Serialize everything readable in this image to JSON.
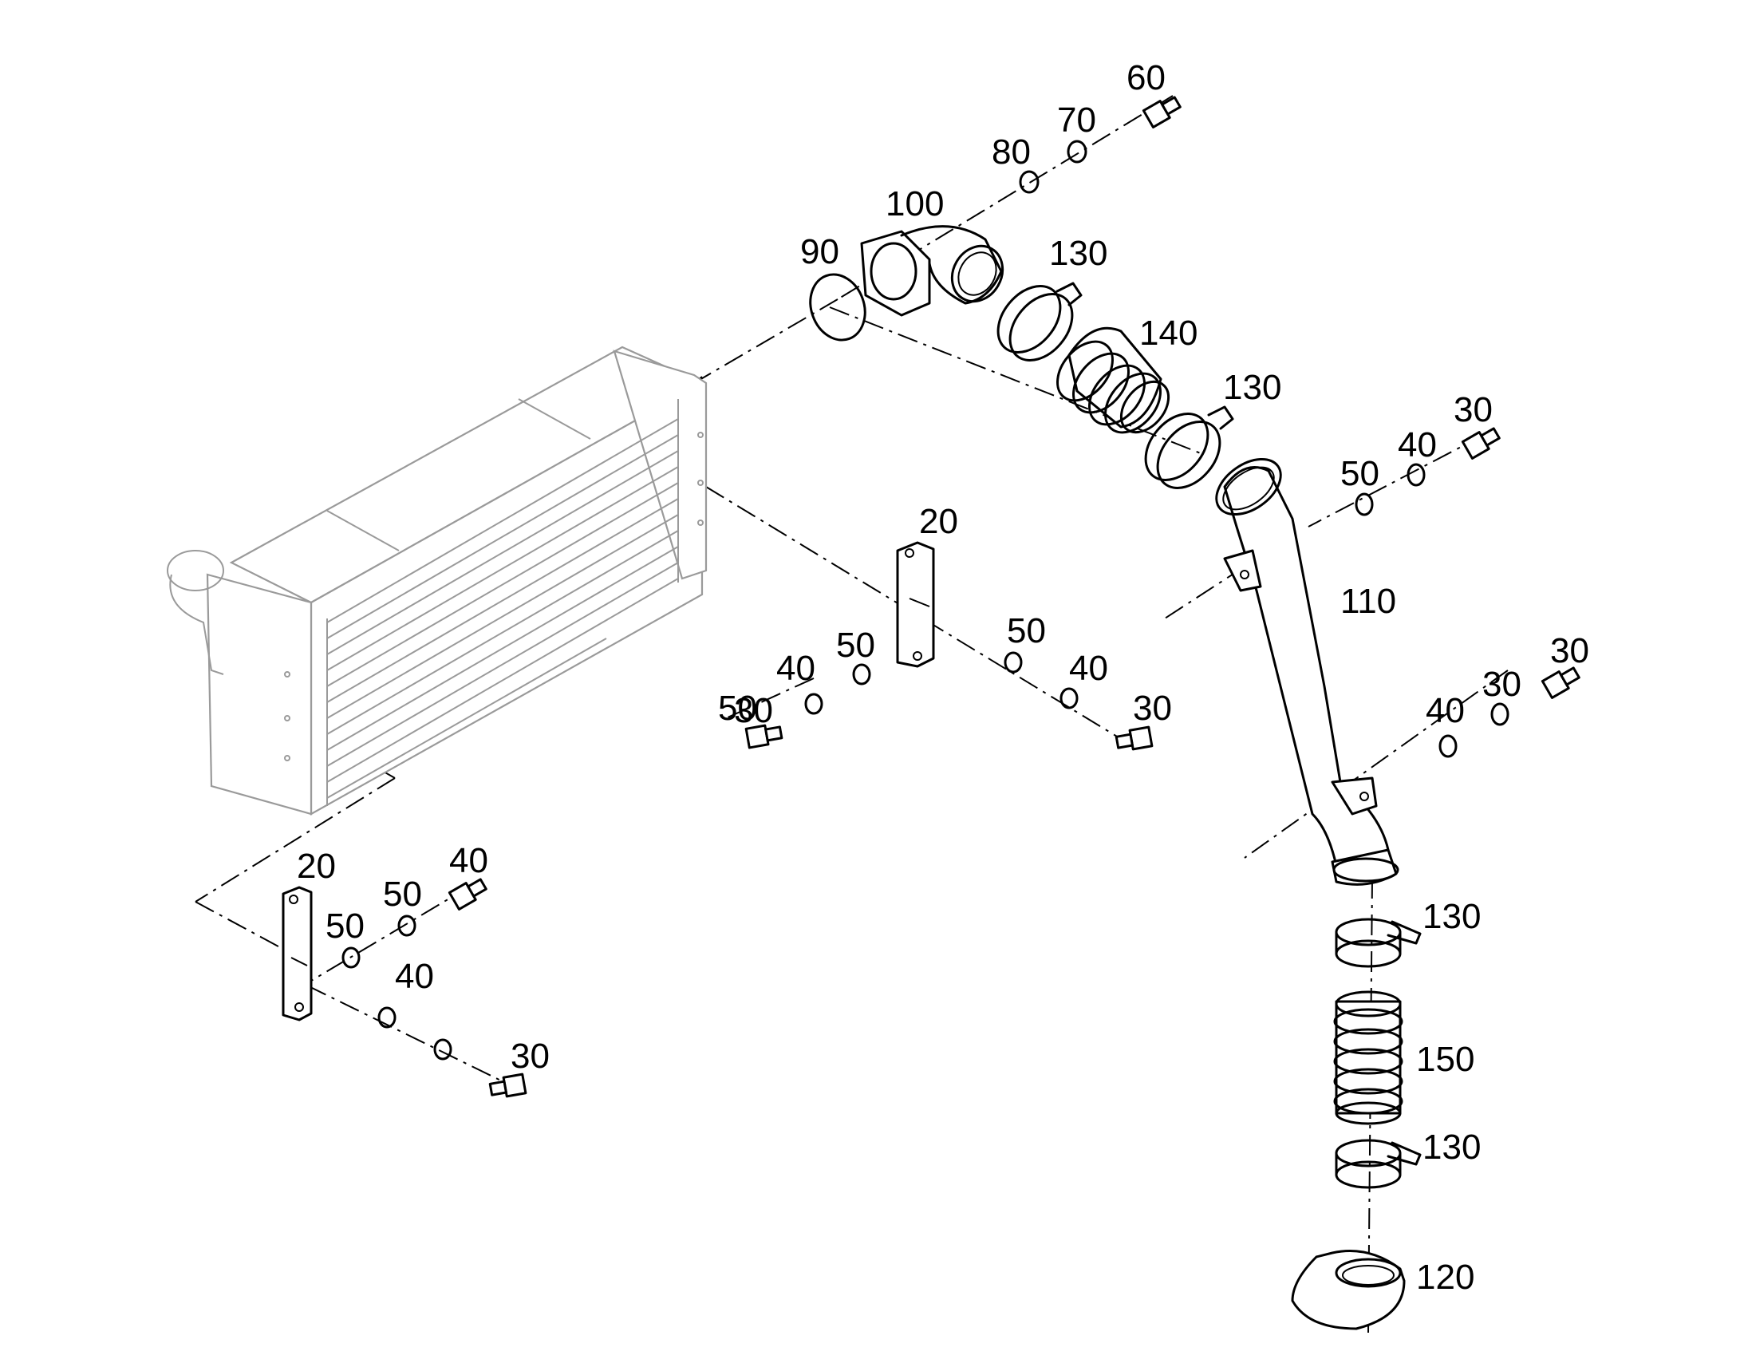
{
  "diagram": {
    "type": "exploded-parts-view",
    "labels": [
      {
        "id": "lbl-60",
        "text": "60"
      },
      {
        "id": "lbl-70",
        "text": "70"
      },
      {
        "id": "lbl-80",
        "text": "80"
      },
      {
        "id": "lbl-100",
        "text": "100"
      },
      {
        "id": "lbl-90",
        "text": "90"
      },
      {
        "id": "lbl-130-a",
        "text": "130"
      },
      {
        "id": "lbl-140",
        "text": "140"
      },
      {
        "id": "lbl-130-b",
        "text": "130"
      },
      {
        "id": "lbl-30-a",
        "text": "30"
      },
      {
        "id": "lbl-40-a",
        "text": "40"
      },
      {
        "id": "lbl-50-a",
        "text": "50"
      },
      {
        "id": "lbl-20-a",
        "text": "20"
      },
      {
        "id": "lbl-110",
        "text": "110"
      },
      {
        "id": "lbl-50-b",
        "text": "50"
      },
      {
        "id": "lbl-40-b",
        "text": "40"
      },
      {
        "id": "lbl-30-b",
        "text": "30"
      },
      {
        "id": "lbl-50-c",
        "text": "50"
      },
      {
        "id": "lbl-40-c",
        "text": "40"
      },
      {
        "id": "lbl-30-c",
        "text": "30"
      },
      {
        "id": "lbl-30-d",
        "text": "30"
      },
      {
        "id": "lbl-40-d",
        "text": "40"
      },
      {
        "id": "lbl-50-d",
        "text": "50"
      },
      {
        "id": "lbl-30-e",
        "text": "30"
      },
      {
        "id": "lbl-20-b",
        "text": "20"
      },
      {
        "id": "lbl-40-e",
        "text": "40"
      },
      {
        "id": "lbl-50-e",
        "text": "50"
      },
      {
        "id": "lbl-130-c",
        "text": "130"
      },
      {
        "id": "lbl-50-f",
        "text": "50"
      },
      {
        "id": "lbl-40-f",
        "text": "40"
      },
      {
        "id": "lbl-30-f",
        "text": "30"
      },
      {
        "id": "lbl-150",
        "text": "150"
      },
      {
        "id": "lbl-130-d",
        "text": "130"
      },
      {
        "id": "lbl-120",
        "text": "120"
      }
    ]
  }
}
